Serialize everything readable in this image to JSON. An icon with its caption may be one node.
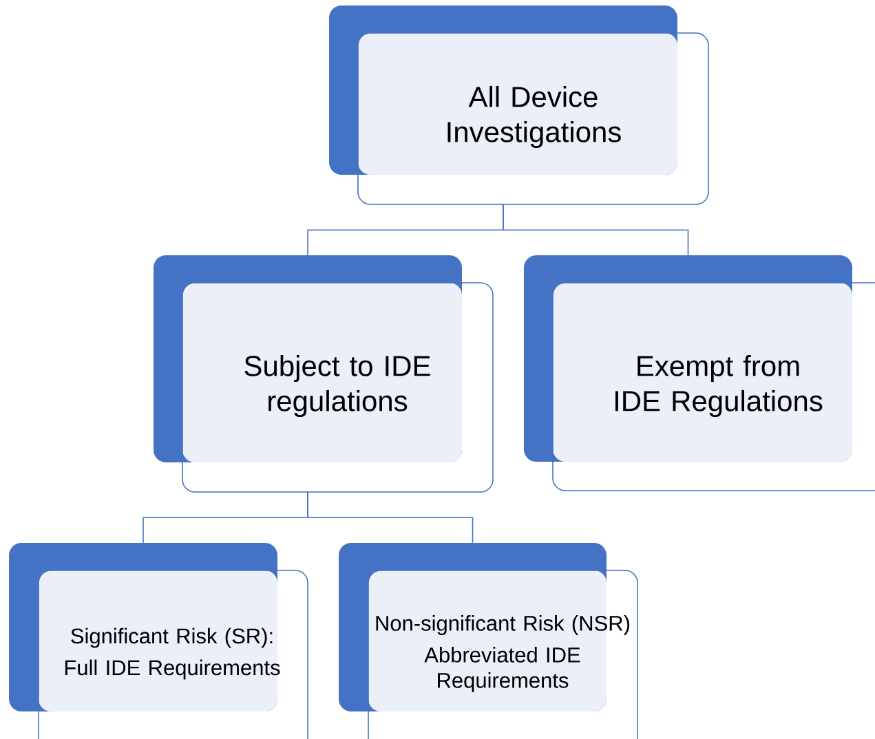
{
  "diagram": {
    "nodes": [
      {
        "text": [
          "All Device Investigations"
        ]
      },
      {
        "text": [
          "Subject to IDE regulations"
        ]
      },
      {
        "text": [
          "Exempt from IDE Regulations"
        ]
      },
      {
        "text": [
          "Significant Risk (SR):",
          "Full IDE Requirements"
        ]
      },
      {
        "text": [
          "Non-significant Risk (NSR)",
          "Abbreviated IDE Requirements"
        ]
      }
    ],
    "edges": [
      {
        "from": 0,
        "to": 1,
        "arrow": "none"
      },
      {
        "from": 0,
        "to": 2,
        "arrow": "none"
      },
      {
        "from": 1,
        "to": 3,
        "arrow": "none"
      },
      {
        "from": 1,
        "to": 4,
        "arrow": "none"
      }
    ]
  }
}
